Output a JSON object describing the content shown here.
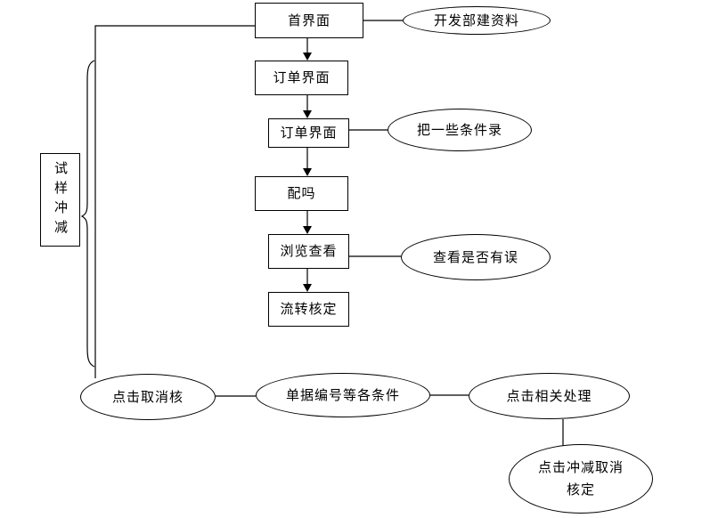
{
  "canvas": {
    "background": "#ffffff",
    "line_color": "#000000",
    "text_color": "#000000"
  },
  "nodes": {
    "side_box": {
      "label": "试样冲减",
      "shape": "rect-vertical"
    },
    "home": {
      "label": "首界面",
      "shape": "rect"
    },
    "order1": {
      "label": "订单界面",
      "shape": "rect"
    },
    "order2": {
      "label": "订单界面",
      "shape": "rect"
    },
    "peima": {
      "label": "配吗",
      "shape": "rect"
    },
    "browse": {
      "label": "浏览查看",
      "shape": "rect"
    },
    "verify": {
      "label": "流转核定",
      "shape": "rect"
    },
    "dev": {
      "label": "开发部建资料",
      "shape": "ellipse"
    },
    "cond": {
      "label": "把一些条件录",
      "shape": "ellipse"
    },
    "check": {
      "label": "查看是否有误",
      "shape": "ellipse"
    },
    "cancel": {
      "label": "点击取消核",
      "shape": "ellipse"
    },
    "docno": {
      "label": "单据编号等各条件",
      "shape": "ellipse"
    },
    "related": {
      "label": "点击相关处理",
      "shape": "ellipse"
    },
    "offset": {
      "label": "点击冲减取消核定",
      "shape": "ellipse"
    }
  }
}
